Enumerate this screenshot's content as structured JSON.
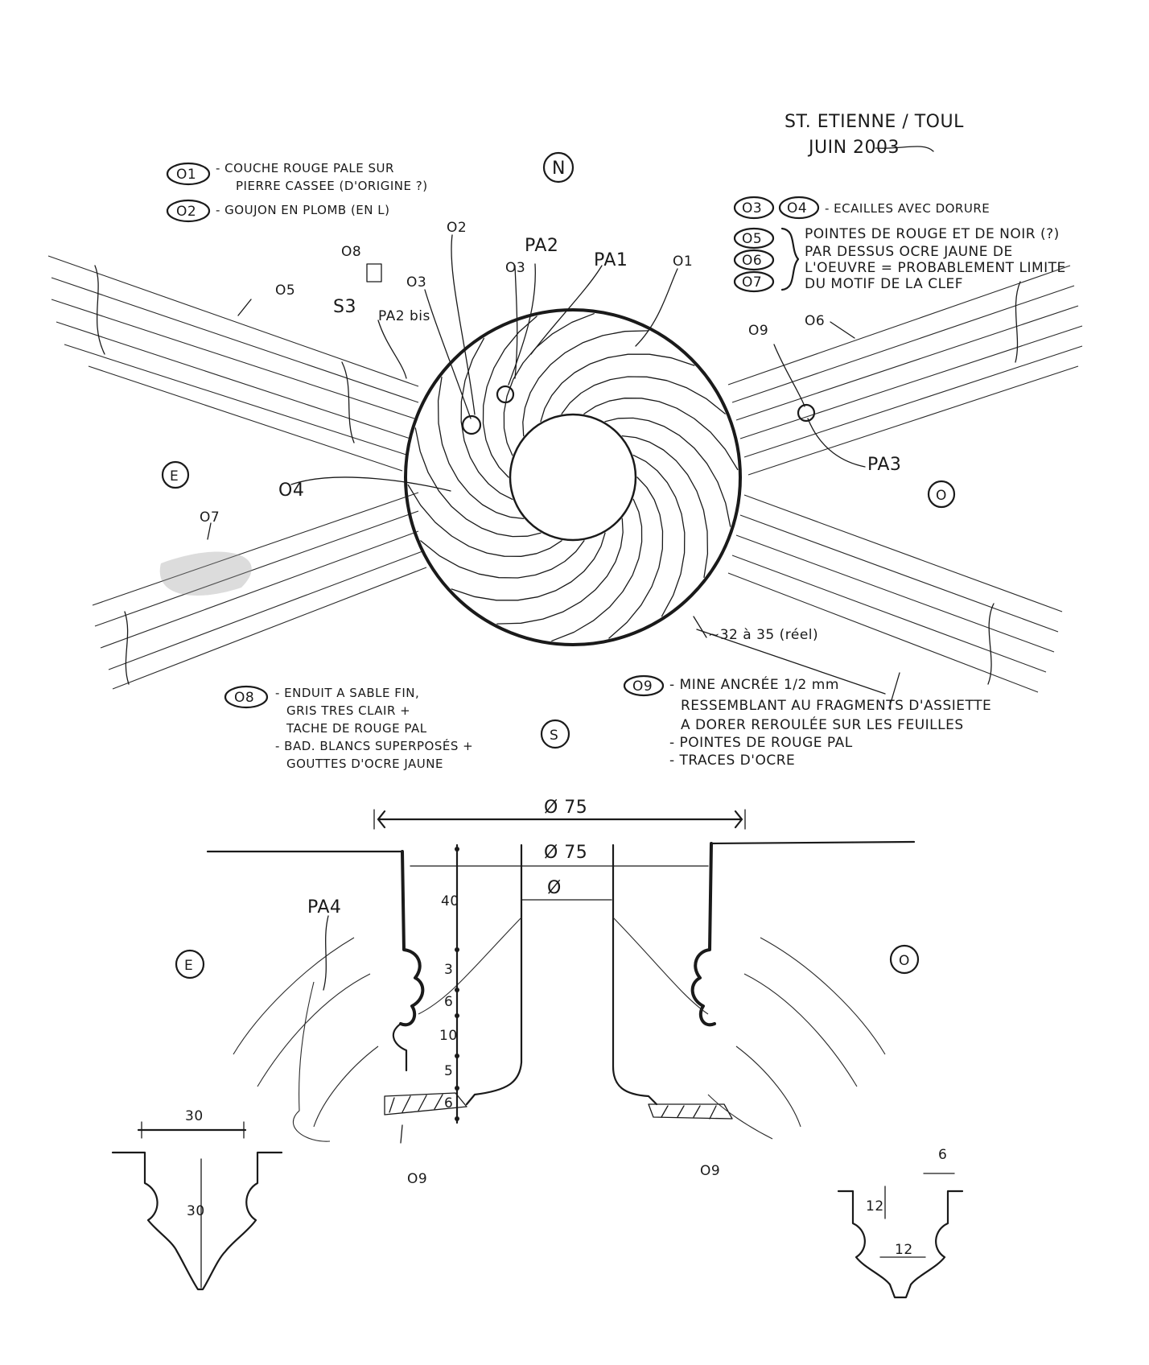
{
  "header": {
    "title_line1": "ST. ETIENNE / TOUL",
    "title_line2": "JUIN 2003"
  },
  "orientation": {
    "north": "N",
    "south": "S",
    "east": "E",
    "west": "O",
    "east_section": "E",
    "west_section": "O"
  },
  "notes_left_top": {
    "o1_tag": "O1",
    "o1_line1": "- COUCHE ROUGE PALE SUR",
    "o1_line2": "PIERRE CASSEE (D'ORIGINE ?)",
    "o2_tag": "O2",
    "o2_line1": "- GOUJON EN PLOMB (EN L)"
  },
  "notes_right_top": {
    "o3_tag": "O3",
    "o4_tag": "O4",
    "o34_text": "- ECAILLES AVEC DORURE",
    "o5_tag": "O5",
    "o6_tag": "O6",
    "o7_tag": "O7",
    "o567_line1": "POINTES DE ROUGE ET DE NOIR (?)",
    "o567_line2": "PAR DESSUS OCRE JAUNE DE",
    "o567_line3": "L'OEUVRE = PROBABLEMENT LIMITE",
    "o567_line4": "DU MOTIF DE LA CLEF"
  },
  "plan_labels": {
    "o8": "O8",
    "o2": "O2",
    "pa2": "PA2",
    "pa1": "PA1",
    "o1": "O1",
    "o3a": "O3",
    "o3b": "O3",
    "o5": "O5",
    "s3": "S3",
    "pa2bis": "PA2 bis",
    "o6": "O6",
    "o9": "O9",
    "pa3": "PA3",
    "o4": "O4",
    "o7": "O7",
    "dim_32_35": "~32 à 35 (réel)"
  },
  "notes_bottom_left": {
    "o8_tag": "O8",
    "line1": "- ENDUIT A SABLE FIN,",
    "line2": "GRIS TRES CLAIR +",
    "line3": "TACHE DE ROUGE PAL",
    "line4": "- BAD. BLANCS SUPERPOSÉS +",
    "line5": "GOUTTES D'OCRE JAUNE"
  },
  "notes_bottom_right": {
    "o9_tag": "O9",
    "line1": "- MINE ANCRÉE 1/2 mm",
    "line2": "RESSEMBLANT AU FRAGMENTS D'ASSIETTE",
    "line3": "A DORER REROULÉE SUR LES FEUILLES",
    "line4": "- POINTES DE ROUGE PAL",
    "line5": "- TRACES D'OCRE"
  },
  "section": {
    "dim_outer": "Ø 75",
    "dim_inner_top": "Ø 75",
    "dim_inner": "Ø",
    "pa4": "PA4",
    "o9_left": "O9",
    "o9_right": "O9",
    "stack": [
      "40",
      "3",
      "6",
      "10",
      "5",
      "6"
    ],
    "detail_left_width": "30",
    "detail_left_height": "30",
    "detail_right_top": "6",
    "detail_right_height": "12",
    "detail_right_width": "12"
  }
}
